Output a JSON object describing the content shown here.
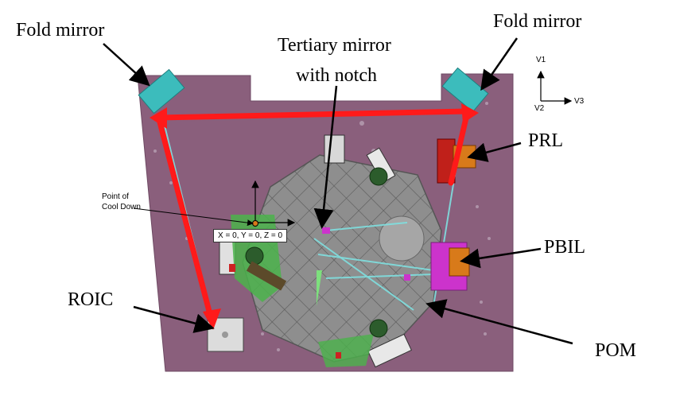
{
  "labels": {
    "fold_mirror_left": "Fold mirror",
    "fold_mirror_right": "Fold mirror",
    "tertiary_line1": "Tertiary mirror",
    "tertiary_line2": "with notch",
    "prl": "PRL",
    "pbil": "PBIL",
    "roic": "ROIC",
    "pom": "POM",
    "cool_down_line1": "Point of",
    "cool_down_line2": "Cool Down",
    "coordinates": "X = 0, Y = 0, Z = 0"
  },
  "axes": {
    "v1": "V1",
    "v2": "V2",
    "v3": "V3"
  },
  "colors": {
    "bench": "#8a5f7c",
    "grid_plate": "#8a8a8a",
    "beam_red": "#ff1a1a",
    "beam_cyan": "#7fe0e0",
    "mirror_teal": "#3cbcbc",
    "pbil_magenta": "#cc33cc",
    "prl_orange": "#d87a1a"
  }
}
